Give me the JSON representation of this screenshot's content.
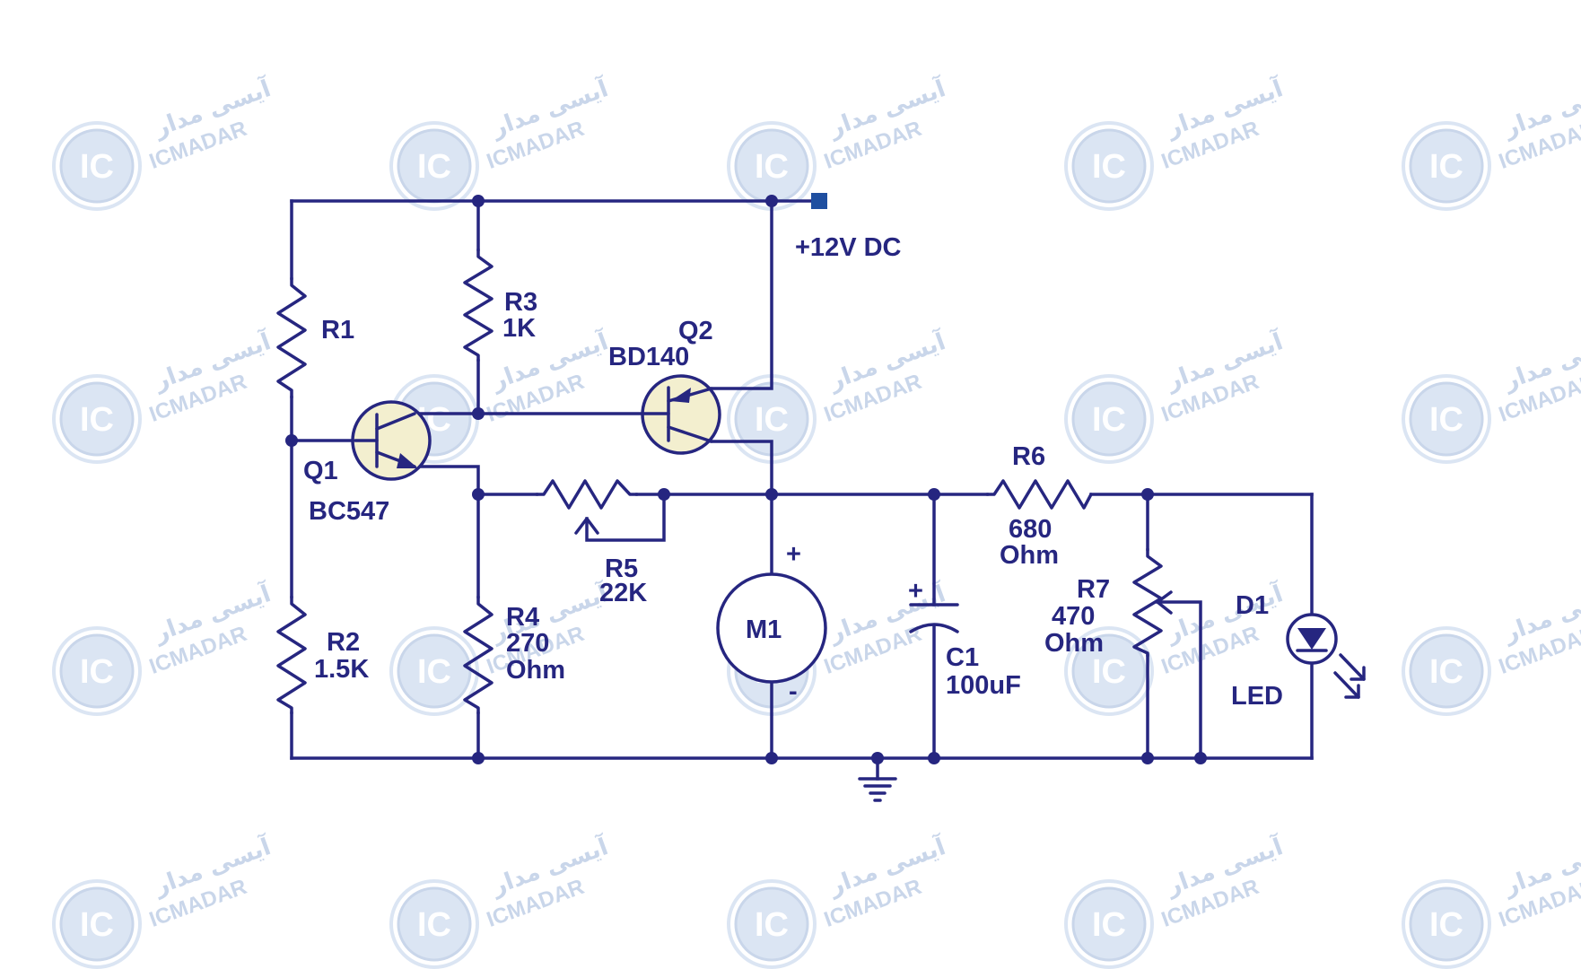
{
  "watermark": {
    "latin": "ICMADAR",
    "persian": "آیسی مدار",
    "logo_text": "IC"
  },
  "supply": {
    "label": "+12V DC"
  },
  "components": {
    "r1": {
      "name": "R1"
    },
    "r2": {
      "name": "R2",
      "value": "1.5K"
    },
    "r3": {
      "name": "R3",
      "value": "1K"
    },
    "r4": {
      "name": "R4",
      "value": "270",
      "unit": "Ohm"
    },
    "r5": {
      "name": "R5",
      "value": "22K"
    },
    "r6": {
      "name": "R6",
      "value": "680",
      "unit": "Ohm"
    },
    "r7": {
      "name": "R7",
      "value": "470",
      "unit": "Ohm"
    },
    "q1": {
      "name": "Q1",
      "part": "BC547"
    },
    "q2": {
      "name": "Q2",
      "part": "BD140"
    },
    "m1": {
      "name": "M1",
      "plus": "+",
      "minus": "-"
    },
    "c1": {
      "name": "C1",
      "value": "100uF",
      "plus": "+"
    },
    "d1": {
      "name": "D1",
      "type": "LED"
    }
  },
  "colors": {
    "ink": "#262680",
    "transistor_fill": "#f3efcf",
    "watermark": "#c9d6ea",
    "supply_terminal": "#1f4fa0"
  }
}
